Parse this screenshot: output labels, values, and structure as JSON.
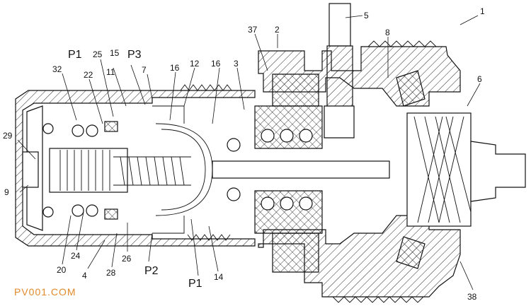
{
  "labels": {
    "n1": "1",
    "n2": "2",
    "n3": "3",
    "n4": "4",
    "n5": "5",
    "n6": "6",
    "n7": "7",
    "n8": "8",
    "n9": "9",
    "n11": "11",
    "n12": "12",
    "n14": "14",
    "n15": "15",
    "n16a": "16",
    "n16b": "16",
    "n20": "20",
    "n22": "22",
    "n24": "24",
    "n25": "25",
    "n26": "26",
    "n28": "28",
    "n29": "29",
    "n32": "32",
    "n37": "37",
    "n38": "38",
    "p1_top": "P1",
    "p3": "P3",
    "p2": "P2",
    "p1_bottom": "P1"
  },
  "watermark": "PV001.COM"
}
